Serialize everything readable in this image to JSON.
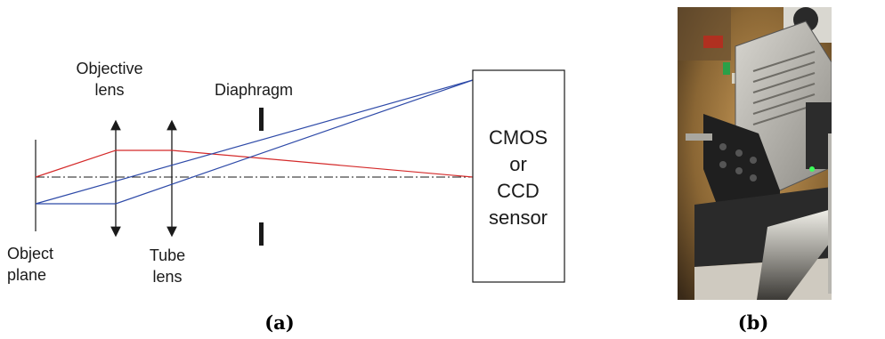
{
  "panel_a": {
    "labels": {
      "objective_1": "Objective",
      "objective_2": "lens",
      "diaphragm": "Diaphragm",
      "object_1": "Object",
      "object_2": "plane",
      "tube_1": "Tube",
      "tube_2": "lens",
      "sensor_1": "CMOS",
      "sensor_2": "or",
      "sensor_3": "CCD",
      "sensor_4": "sensor"
    },
    "caption": "(a)"
  },
  "panel_b": {
    "caption": "(b)",
    "photo_subject": "camera-on-optical-mount"
  },
  "colors": {
    "red_ray": "#d42a2a",
    "blue_ray": "#2e4aa8",
    "ink": "#1a1a1a"
  }
}
